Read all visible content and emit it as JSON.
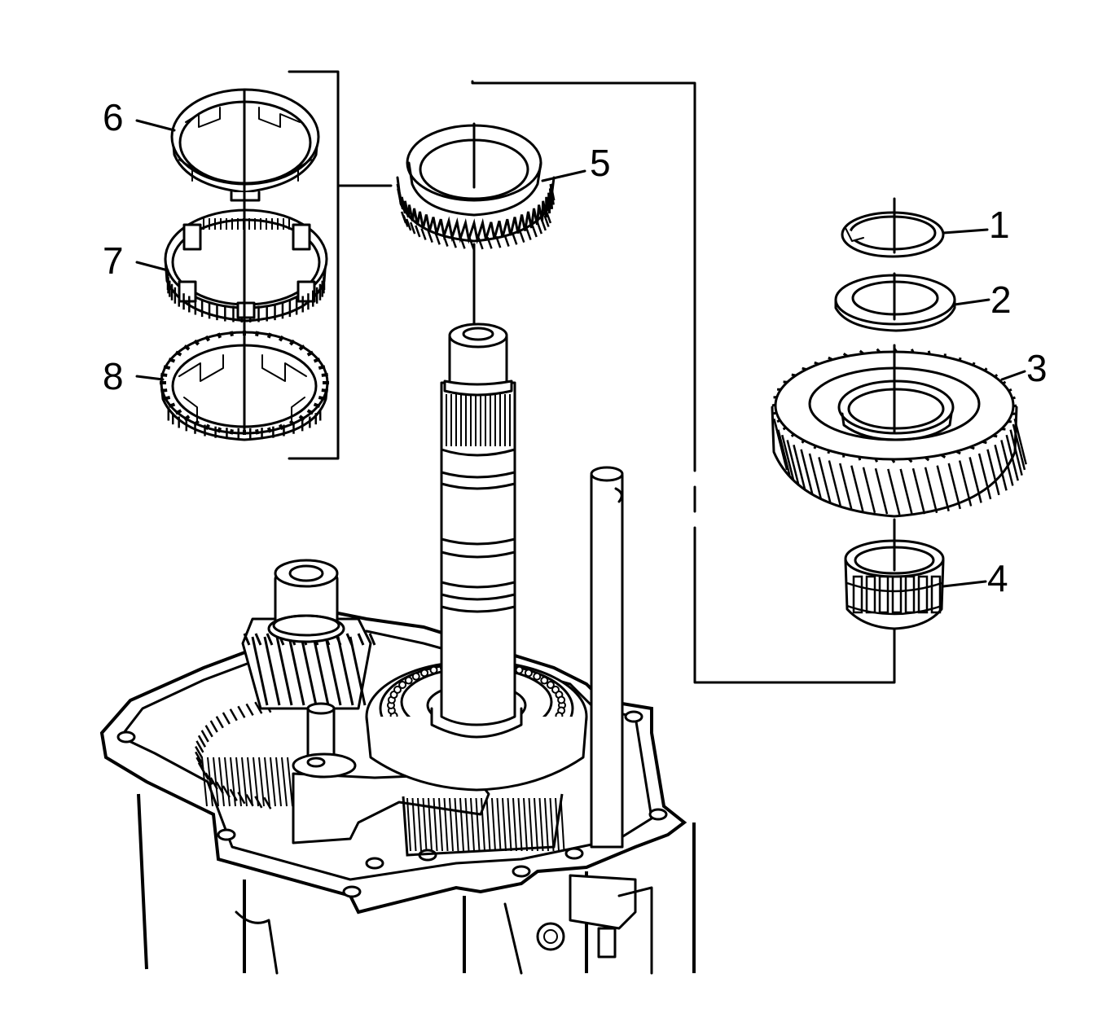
{
  "diagram": {
    "callouts": [
      {
        "id": "1",
        "label": "1"
      },
      {
        "id": "2",
        "label": "2"
      },
      {
        "id": "3",
        "label": "3"
      },
      {
        "id": "4",
        "label": "4"
      },
      {
        "id": "5",
        "label": "5"
      },
      {
        "id": "6",
        "label": "6"
      },
      {
        "id": "7",
        "label": "7"
      },
      {
        "id": "8",
        "label": "8"
      }
    ],
    "colors": {
      "line": "#000000",
      "background": "#ffffff"
    }
  }
}
